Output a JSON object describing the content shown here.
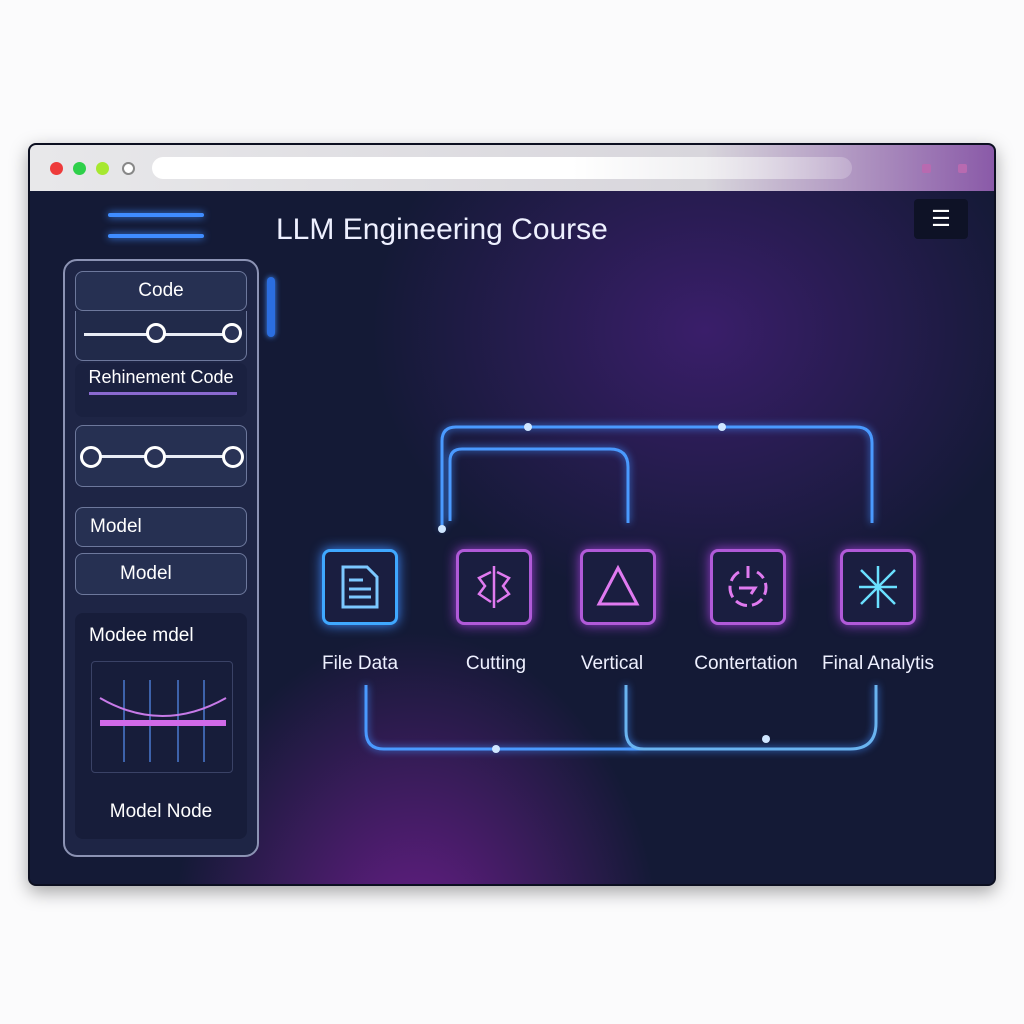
{
  "window": {
    "controls": [
      "close",
      "minimize",
      "maximize",
      "extra"
    ]
  },
  "header": {
    "title": "LLM Engineering Course",
    "menu_icon": "☰"
  },
  "sidebar": {
    "code_label": "Code",
    "refinement_label": "Rehinement Code",
    "model_1": "Model",
    "model_2": "Model",
    "preview_title": "Modee mdel",
    "preview_footer": "Model Node"
  },
  "pipeline": {
    "nodes": [
      {
        "label": "File Data",
        "icon": "file-icon"
      },
      {
        "label": "Cutting",
        "icon": "brain-icon"
      },
      {
        "label": "Vertical",
        "icon": "triangle-icon"
      },
      {
        "label": "Contertation",
        "icon": "power-icon"
      },
      {
        "label": "Final Analytis",
        "icon": "spark-icon"
      }
    ]
  },
  "colors": {
    "accent_blue": "#3f8cff",
    "accent_purple": "#b05ad8",
    "background": "#141a36"
  }
}
